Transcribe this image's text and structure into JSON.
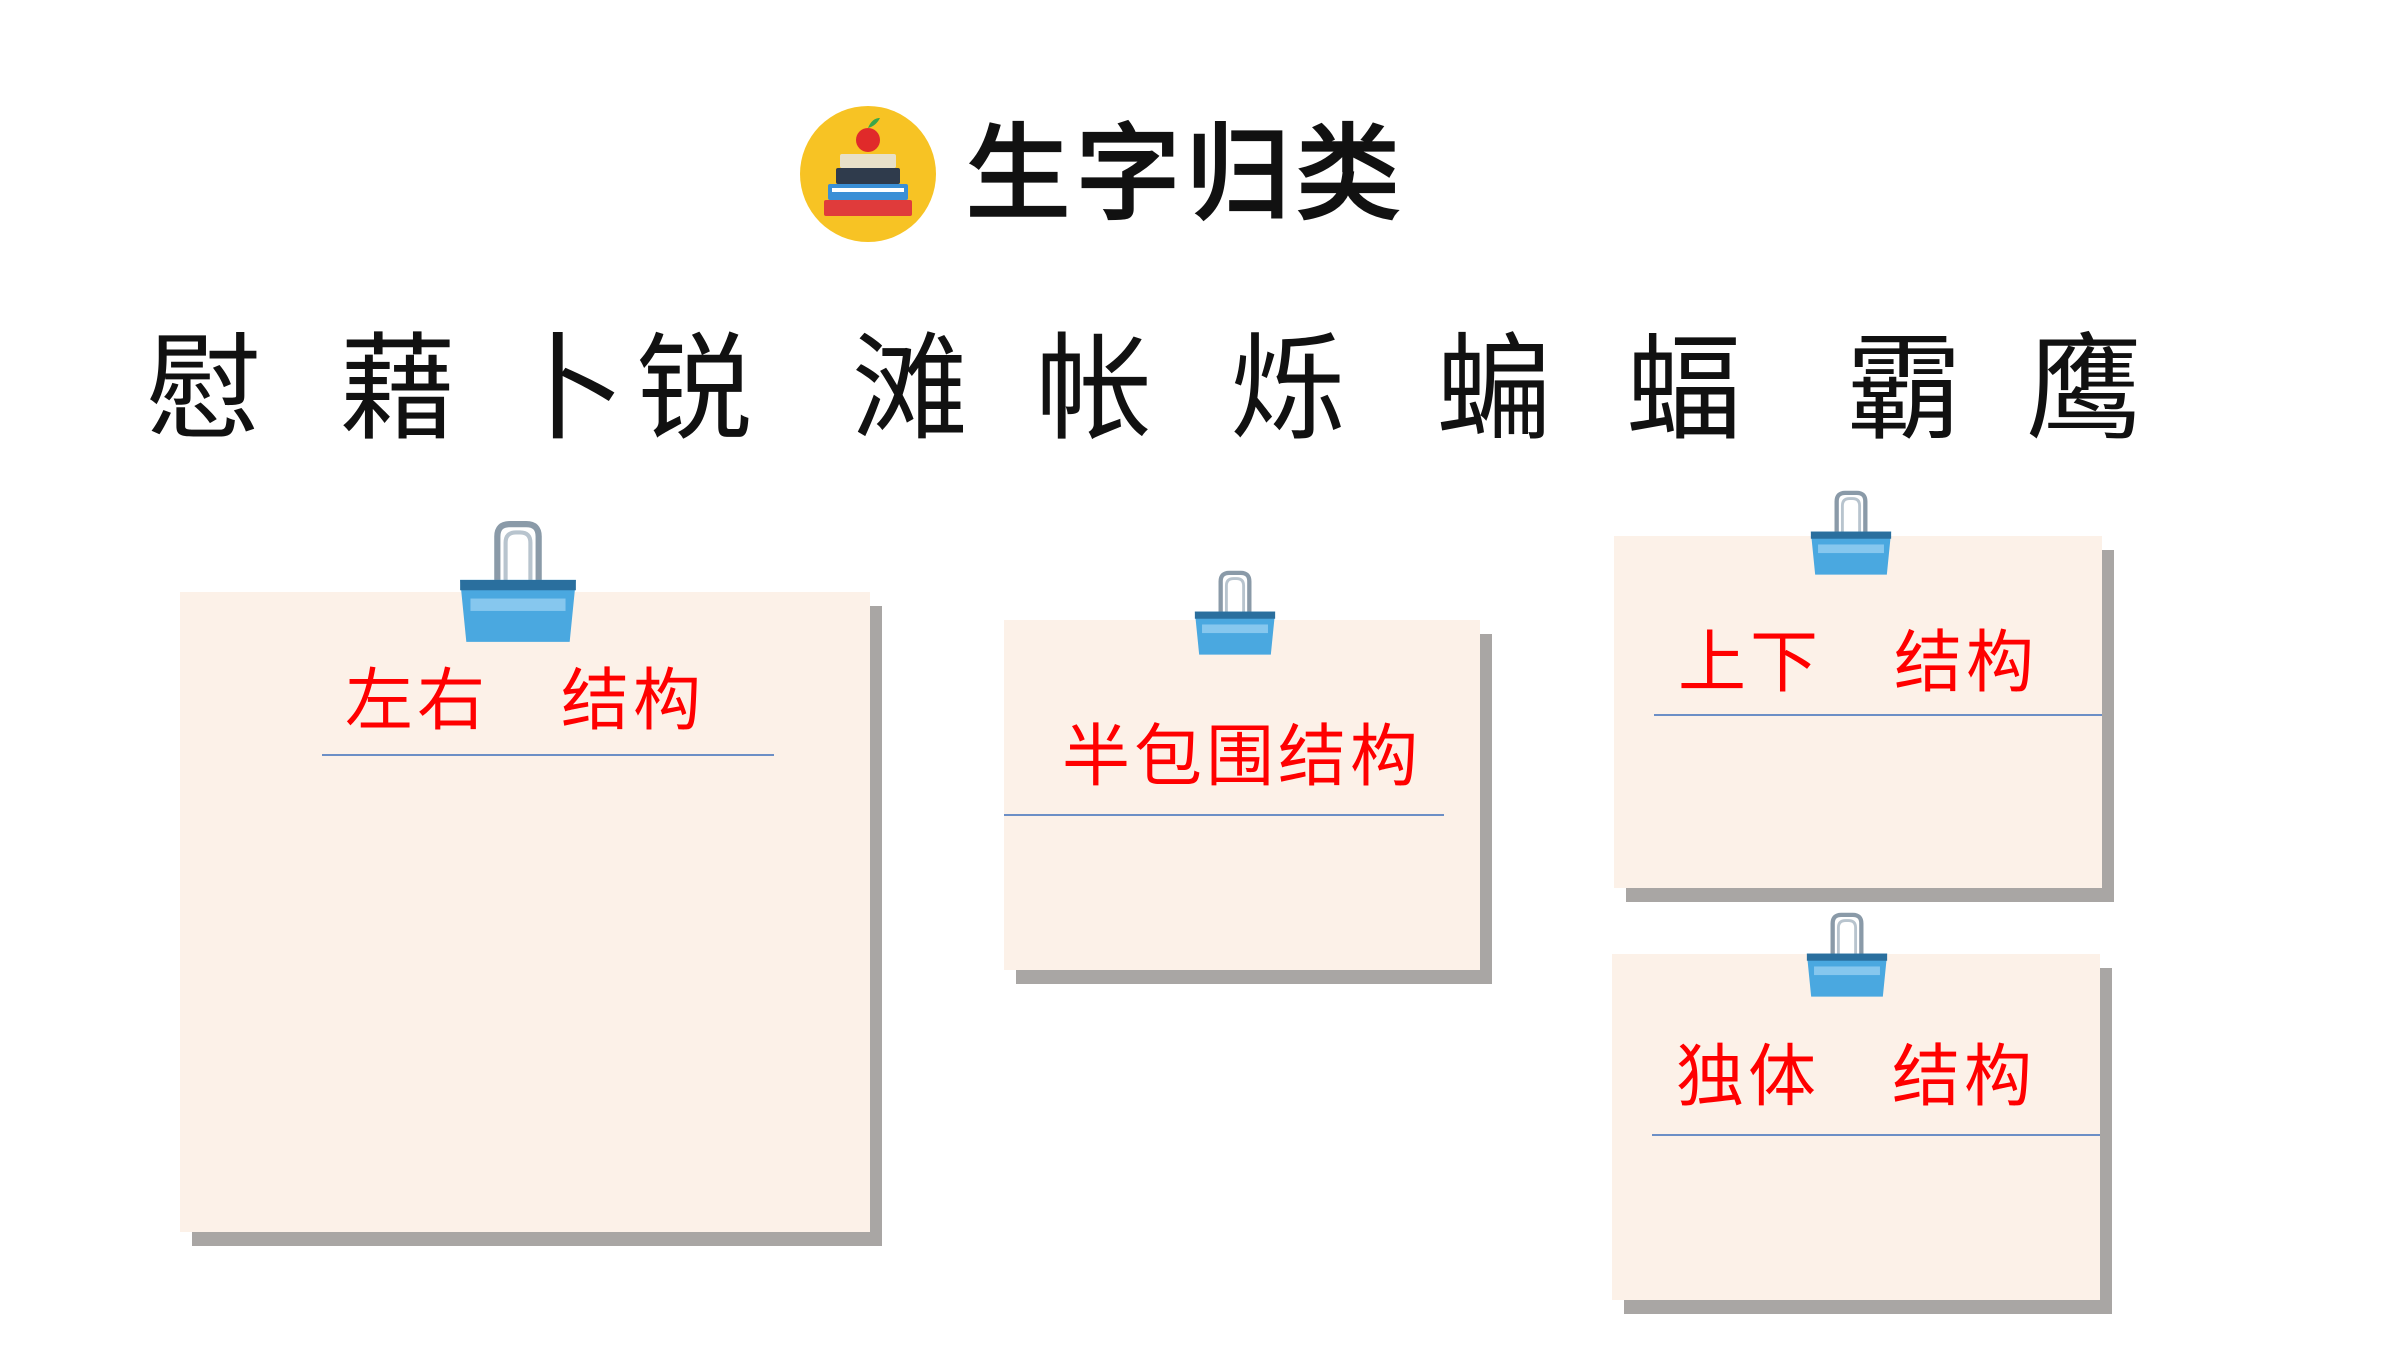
{
  "title": "生字归类",
  "title_icon": "books-apple-icon",
  "characters": [
    "慰",
    "藉",
    "卜",
    "锐",
    "滩",
    "帐",
    "烁",
    "蝙",
    "蝠",
    "霸",
    "鹰"
  ],
  "categories": {
    "left_right": "左右　结构",
    "half_surround": "半包围结构",
    "top_bottom": "上下　结构",
    "single": "独体　结构"
  },
  "colors": {
    "heading": "#ff0000",
    "note": "#fcf1e8",
    "shadow": "#a9a6a4",
    "rule": "#6c8fc6",
    "clip": "#4aa8e0"
  }
}
